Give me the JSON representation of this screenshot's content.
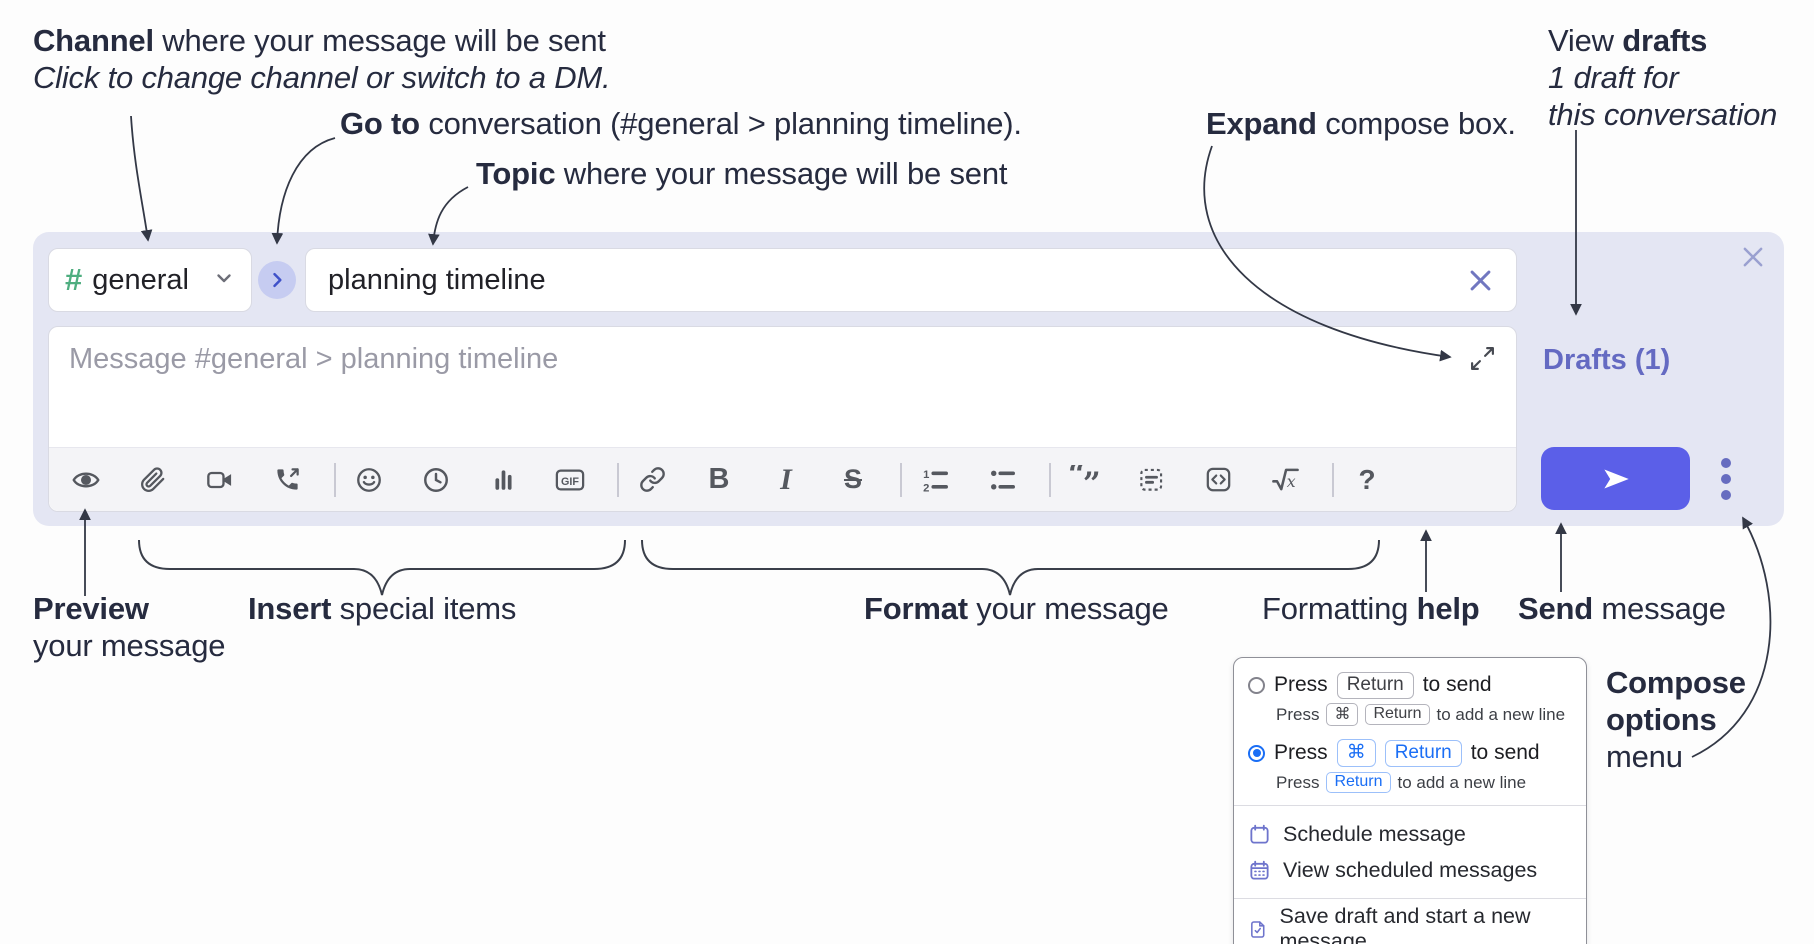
{
  "annotations": {
    "channel_line1_bold": "Channel",
    "channel_line1_rest": " where your message will be sent",
    "channel_line2": "Click to change channel or switch to a DM.",
    "goto_bold": "Go to",
    "goto_rest": " conversation (#general > planning timeline).",
    "topic_bold": "Topic",
    "topic_rest": " where your message will be sent",
    "expand_bold": "Expand",
    "expand_rest": " compose box.",
    "drafts_line1_pre": "View ",
    "drafts_line1_bold": "drafts",
    "drafts_line2": "1 draft for",
    "drafts_line3": "this conversation",
    "preview_bold": "Preview",
    "preview_line2": "your message",
    "insert_bold": "Insert",
    "insert_rest": " special items",
    "format_bold": "Format",
    "format_rest": " your message",
    "help_pre": "Formatting ",
    "help_bold": "help",
    "send_bold": "Send",
    "send_rest": " message",
    "compose_line1": "Compose",
    "compose_line2": "options",
    "compose_line3": "menu"
  },
  "composer": {
    "channel_hash": "#",
    "channel_name": "general",
    "topic_value": "planning timeline",
    "message_placeholder": "Message #general > planning timeline",
    "drafts_link": "Drafts (1)",
    "toolbar": {
      "gif_label": "GIF",
      "bold_label": "B",
      "italic_label": "I",
      "strike_label": "S",
      "help_label": "?",
      "icon_names": [
        "preview-eye",
        "attach-paperclip",
        "video-camera",
        "phone-call",
        "emoji-smiley",
        "recent-clock",
        "poll-bar-chart",
        "gif",
        "link",
        "bold",
        "italic",
        "strikethrough",
        "ordered-list",
        "bulleted-list",
        "blockquote",
        "code-block",
        "inline-code",
        "formula-sqrt",
        "formatting-help"
      ]
    }
  },
  "menu": {
    "option_return": {
      "press": "Press",
      "key_return": "Return",
      "to_send": "to send",
      "sub_press": "Press",
      "sub_key_cmd": "⌘",
      "sub_key_return": "Return",
      "sub_rest": "to add a new line"
    },
    "option_cmd_return": {
      "press": "Press",
      "key_cmd": "⌘",
      "key_return": "Return",
      "to_send": "to send",
      "sub_press": "Press",
      "sub_key_return": "Return",
      "sub_rest": "to add a new line"
    },
    "items": [
      {
        "label": "Schedule message"
      },
      {
        "label": "View scheduled messages"
      },
      {
        "label": "Save draft and start a new message"
      }
    ]
  },
  "colors": {
    "panel": "#e4e6f3",
    "send_button": "#5b5fe8",
    "accent_purple": "#646ac2",
    "hash_green": "#4fae80",
    "selected_blue": "#1a6ef5",
    "annotation_ink": "#262b3f"
  }
}
